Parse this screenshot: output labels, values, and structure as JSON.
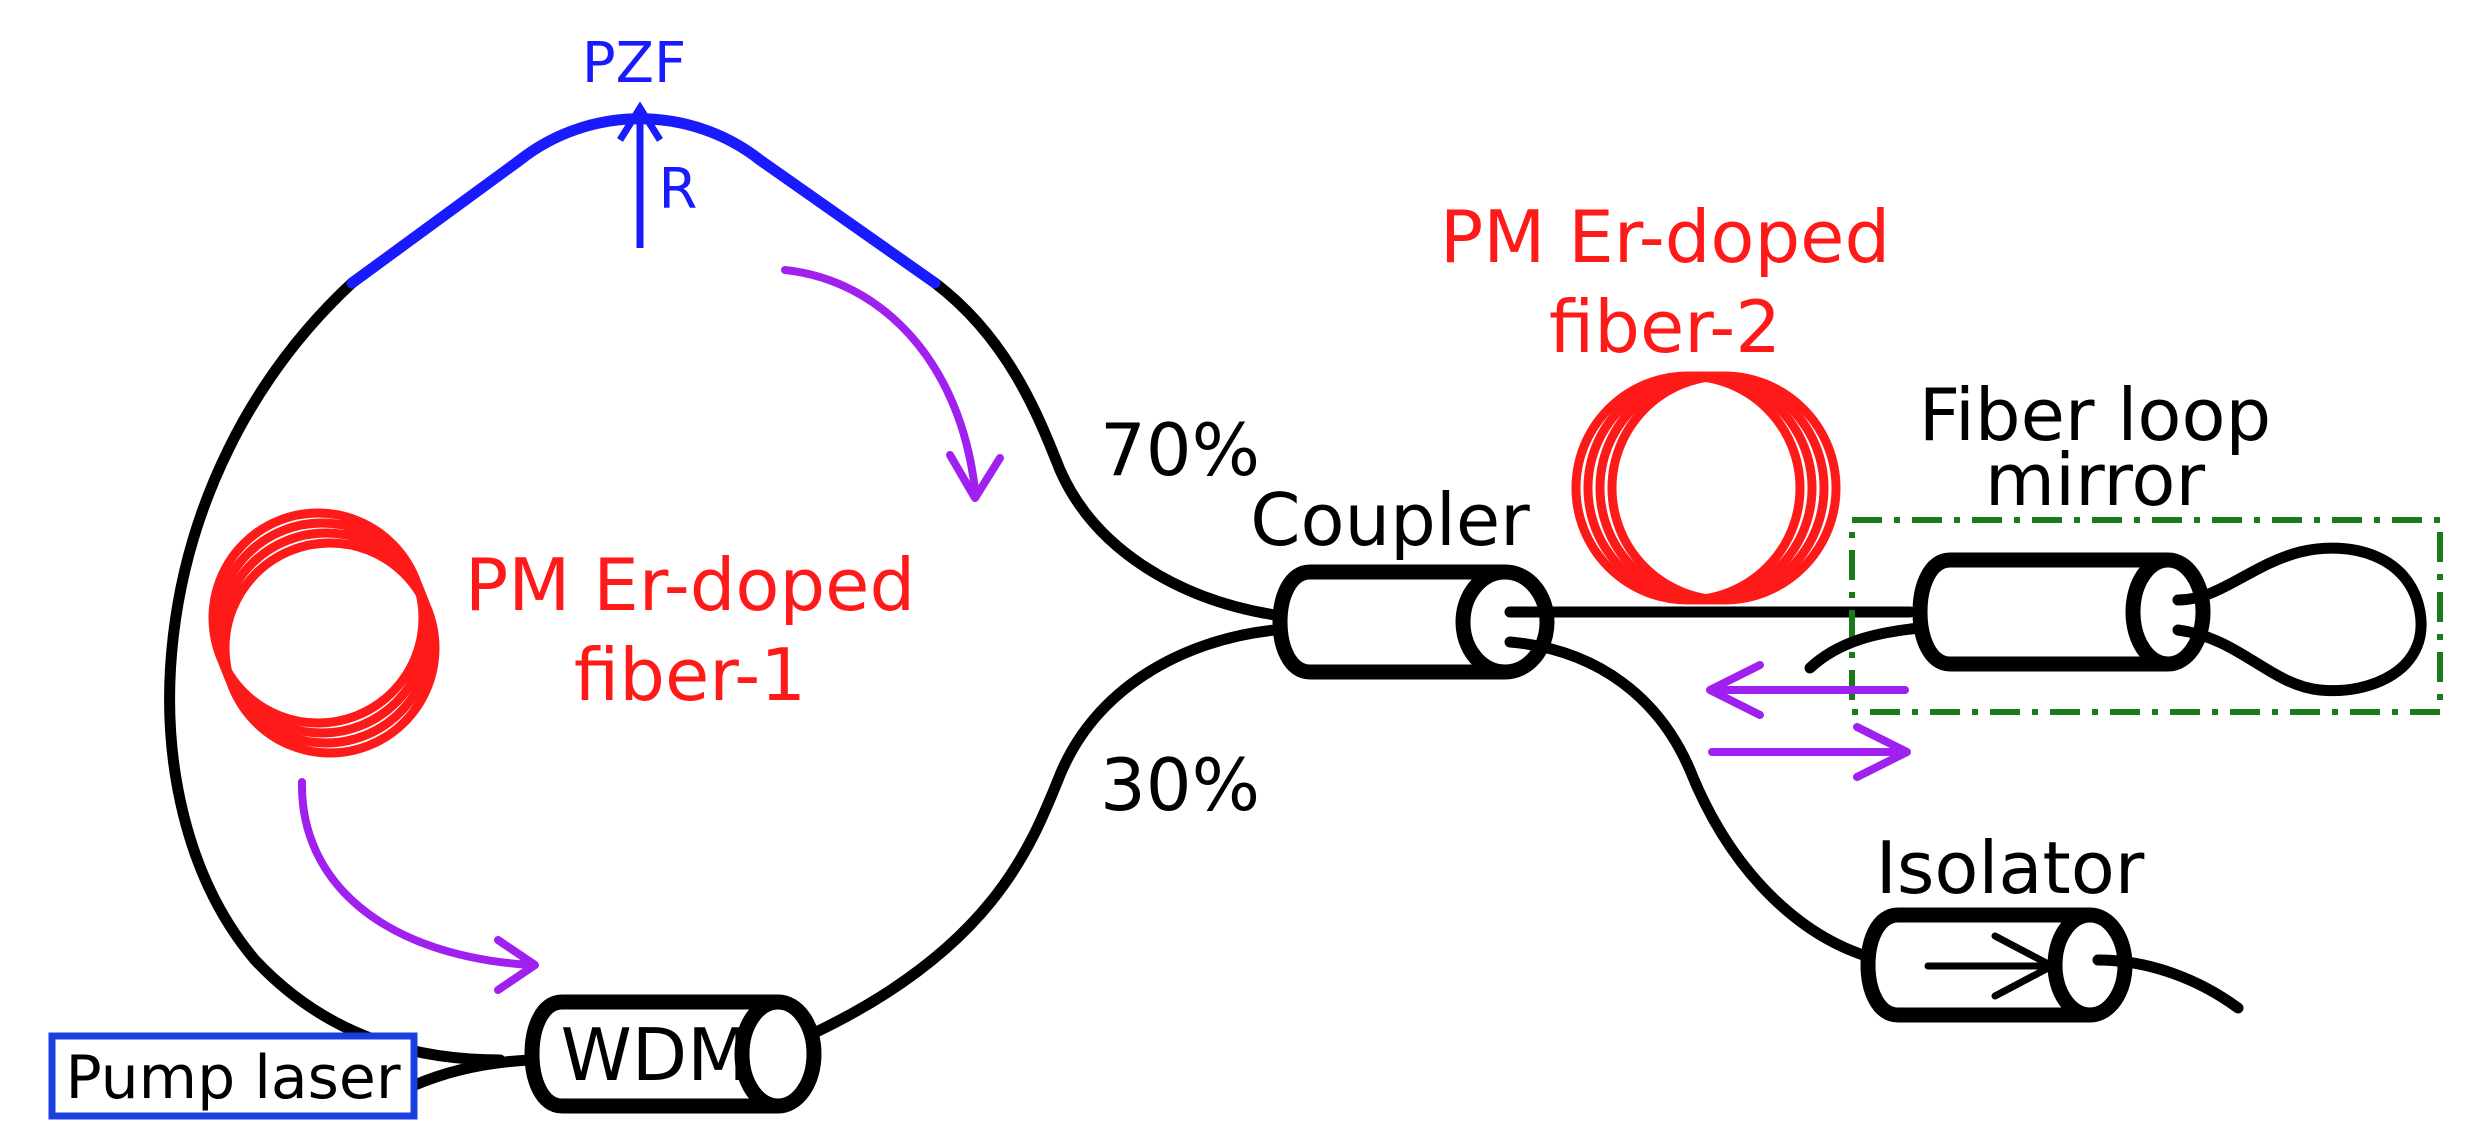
{
  "colors": {
    "fiber": "#000000",
    "gain_fiber": "#ff1a1a",
    "pzf": "#1a1aff",
    "direction_arrow": "#a020f0",
    "mirror_box": "#1a7a1a",
    "pump_box": "#1a3fe0"
  },
  "labels": {
    "pzf": "PZF",
    "radius": "R",
    "er_fiber_1_line1": "PM Er-doped",
    "er_fiber_1_line2": "fiber-1",
    "er_fiber_2_line1": "PM Er-doped",
    "er_fiber_2_line2": "fiber-2",
    "split_70": "70%",
    "split_30": "30%",
    "coupler": "Coupler",
    "mirror_line1": "Fiber loop",
    "mirror_line2": "mirror",
    "isolator": "Isolator",
    "wdm": "WDM",
    "pump_laser": "Pump laser"
  },
  "icons": {
    "direction": "arrow-icon",
    "isolator_direction": "right-arrow-icon",
    "coil": "fiber-coil-icon"
  }
}
